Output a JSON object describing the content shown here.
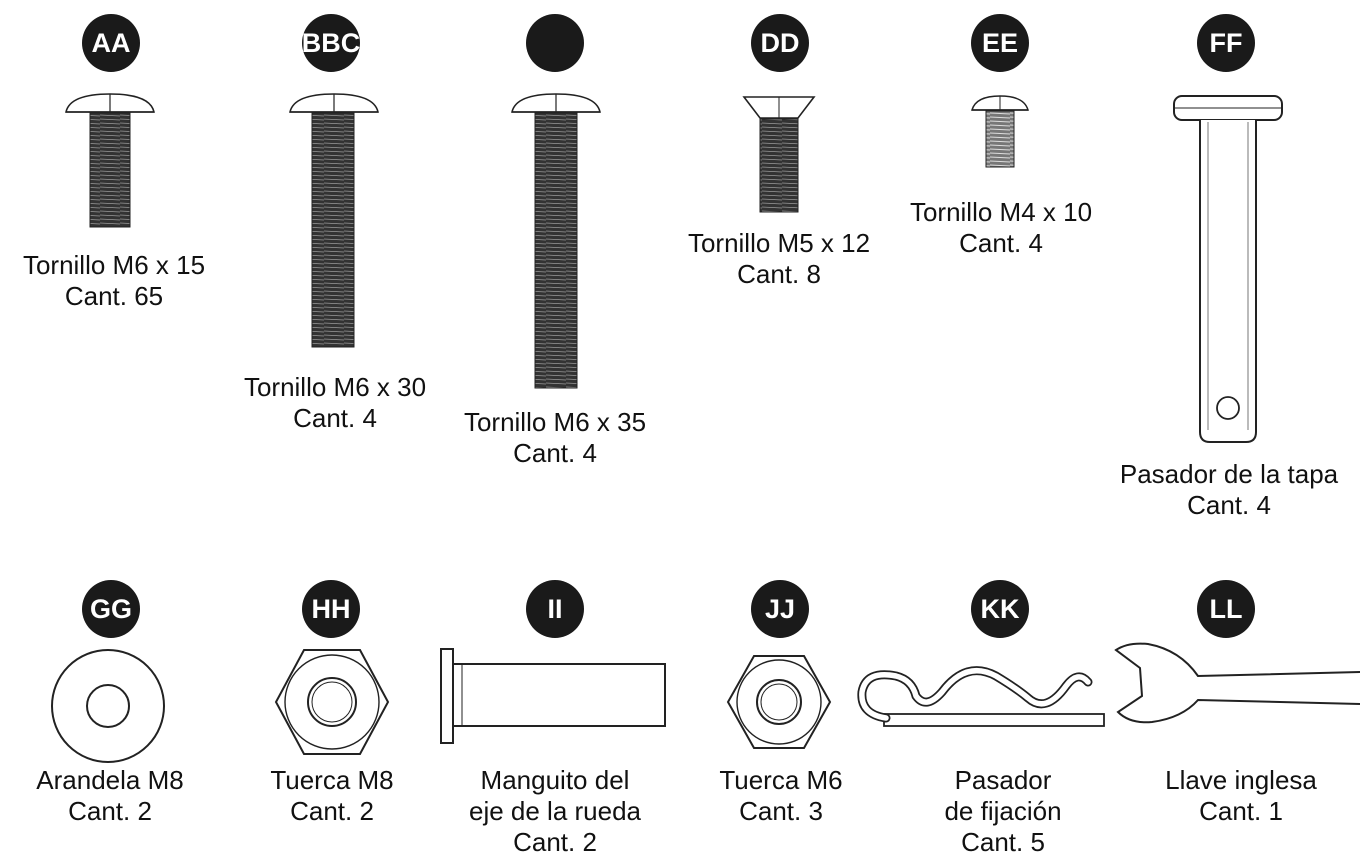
{
  "parts": [
    {
      "id": "AA",
      "name": "Tornillo M6 x 15",
      "qty": "Cant. 65"
    },
    {
      "id": "BBC",
      "name": "Tornillo M6 x 30",
      "qty": "Cant. 4"
    },
    {
      "id": "",
      "name": "Tornillo M6 x 35",
      "qty": "Cant. 4"
    },
    {
      "id": "DD",
      "name": "Tornillo M5 x 12",
      "qty": "Cant. 8"
    },
    {
      "id": "EE",
      "name": "Tornillo M4 x 10",
      "qty": "Cant. 4"
    },
    {
      "id": "FF",
      "name": "Pasador de la tapa",
      "qty": "Cant. 4"
    },
    {
      "id": "GG",
      "name": "Arandela M8",
      "qty": "Cant. 2"
    },
    {
      "id": "HH",
      "name": "Tuerca M8",
      "qty": "Cant. 2"
    },
    {
      "id": "II",
      "name_line1": "Manguito del",
      "name_line2": "eje de la rueda",
      "qty": "Cant. 2"
    },
    {
      "id": "JJ",
      "name": "Tuerca M6",
      "qty": "Cant. 3"
    },
    {
      "id": "KK",
      "name_line1": "Pasador",
      "name_line2": "de fijación",
      "qty": "Cant. 5"
    },
    {
      "id": "LL",
      "name": "Llave inglesa",
      "qty": "Cant. 1"
    }
  ]
}
